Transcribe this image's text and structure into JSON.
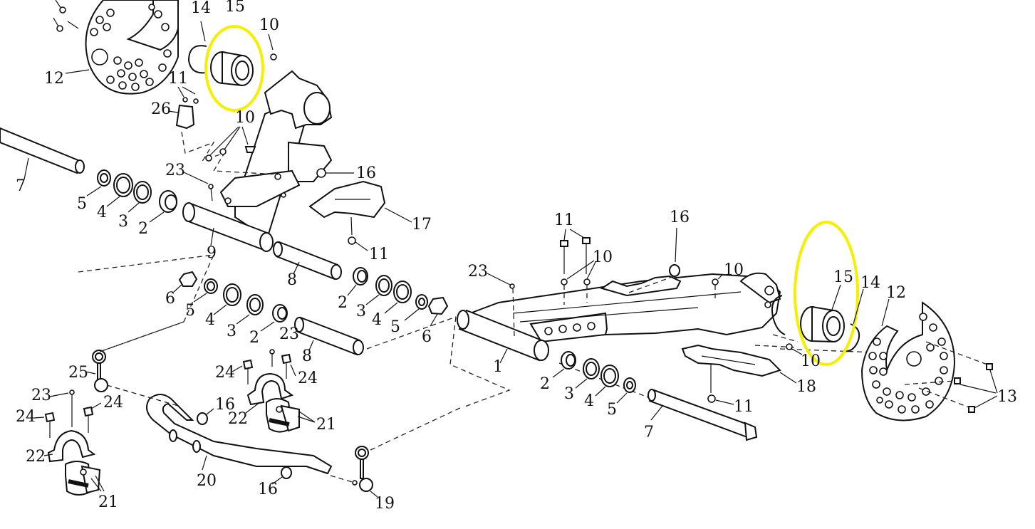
{
  "highlight_color": "#f4f000",
  "line_color": "#111111",
  "background": "#ffffff",
  "callouts": {
    "c1": "1",
    "c2a": "2",
    "c2b": "2",
    "c2c": "2",
    "c2d": "2",
    "c3a": "3",
    "c3b": "3",
    "c3c": "3",
    "c3d": "3",
    "c4a": "4",
    "c4b": "4",
    "c4c": "4",
    "c4d": "4",
    "c5a": "5",
    "c5b": "5",
    "c5c": "5",
    "c5d": "5",
    "c6a": "6",
    "c6b": "6",
    "c7a": "7",
    "c7b": "7",
    "c8a": "8",
    "c8b": "8",
    "c9": "9",
    "c10a": "10",
    "c10b": "10",
    "c10c": "10",
    "c10d": "10",
    "c10e": "10",
    "c11a": "11",
    "c11b": "11",
    "c11c": "11",
    "c11d": "11",
    "c12a": "12",
    "c12b": "12",
    "c13": "13",
    "c14a": "14",
    "c14b": "14",
    "c15a": "15",
    "c15b": "15",
    "c16a": "16",
    "c16b": "16",
    "c16c": "16",
    "c16d": "16",
    "c17": "17",
    "c18": "18",
    "c19": "19",
    "c20": "20",
    "c21a": "21",
    "c21b": "21",
    "c22a": "22",
    "c22b": "22",
    "c23a": "23",
    "c23b": "23",
    "c23c": "23",
    "c23d": "23",
    "c24a": "24",
    "c24b": "24",
    "c24c": "24",
    "c24d": "24",
    "c25": "25",
    "c26": "26"
  }
}
